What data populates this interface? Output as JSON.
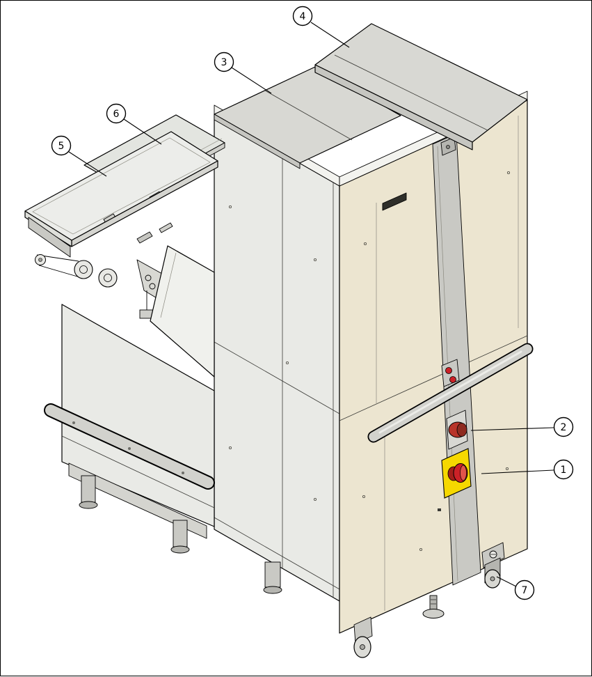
{
  "callouts": [
    {
      "label": "1",
      "part": "emergency-stop-button"
    },
    {
      "label": "2",
      "part": "red-control-knob"
    },
    {
      "label": "3",
      "part": "top-cover-left"
    },
    {
      "label": "4",
      "part": "top-cover-right"
    },
    {
      "label": "5",
      "part": "feed-table"
    },
    {
      "label": "6",
      "part": "feed-table-cover"
    },
    {
      "label": "7",
      "part": "caster-with-mount"
    }
  ],
  "colors": {
    "outline": "#000000",
    "panel_beige": "#ece5d0",
    "panel_gray": "#e9eae6",
    "top_gray": "#d8d8d3",
    "rim_gray": "#f3f3ef",
    "strip_gray": "#c9c9c4",
    "handle_gray": "#d2d2cd",
    "metal_gray": "#c9c9c4",
    "dark_metal": "#b5b5b0",
    "estop_red": "#cc2127",
    "estop_yellow": "#f6d800",
    "knob_red": "#b8342a",
    "knob_dark": "#8e2a20"
  }
}
